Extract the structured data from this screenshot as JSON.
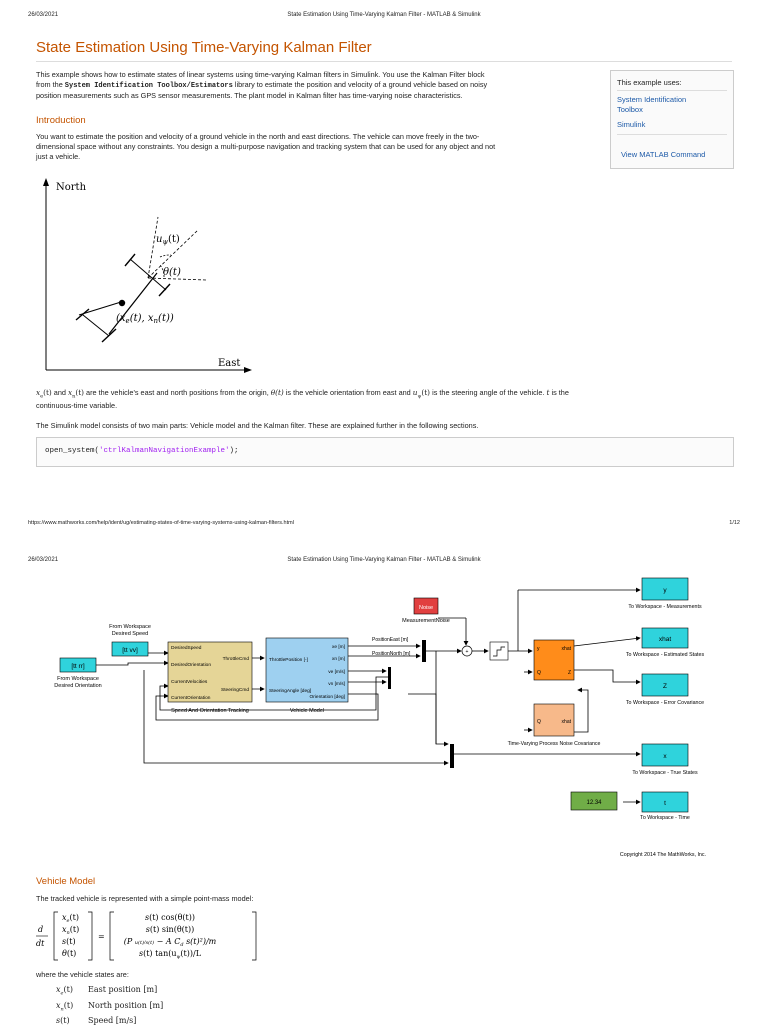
{
  "page1": {
    "header": {
      "date": "26/03/2021",
      "doc_title": "State Estimation Using Time-Varying Kalman Filter - MATLAB & Simulink"
    },
    "title": "State Estimation Using Time-Varying Kalman Filter",
    "intro_para": {
      "line1": "This example shows how to estimate states of linear systems using time-varying Kalman filters in Simulink. You use the Kalman Filter block",
      "line2_a": "from the",
      "line2_code": "System Identification Toolbox/Estimators",
      "line2_b": "library to estimate the position and velocity of a ground vehicle based on noisy",
      "line3": "position measurements such as GPS sensor measurements. The plant model in Kalman filter has time-varying noise characteristics."
    },
    "sidebar": {
      "label": "This example uses:",
      "link1_l1": "System Identification",
      "link1_l2": "Toolbox",
      "link2": "Simulink",
      "command": "View MATLAB Command"
    },
    "introduction": {
      "heading": "Introduction",
      "line1": "You want to estimate the position and velocity of a ground vehicle in the north and east directions. The vehicle can move freely in the two-",
      "line2": "dimensional space without any constraints. You design a multi-purpose navigation and tracking system that can be used for any object and not",
      "line3": "just a vehicle."
    },
    "figure": {
      "north": "North",
      "east": "East",
      "u_label": "u",
      "u_sub": "ψ",
      "u_arg": "(t)",
      "theta_label": "θ(t)",
      "pos_label": "(x",
      "pos_e": "e",
      "pos_mid": "(t), x",
      "pos_n": "n",
      "pos_end": "(t))"
    },
    "vars_para": {
      "xe_sym": "x",
      "xe_sub": "e",
      "xe_arg": "(t)",
      "and1": "and",
      "xn_sym": "x",
      "xn_sub": "n",
      "xn_arg": "(t)",
      "t1": "are the vehicle's east and north positions from the origin,",
      "theta": "θ(t)",
      "t2": "is the vehicle orientation from east and",
      "u_sym": "u",
      "u_sub": "ψ",
      "u_arg": "(t)",
      "t3": "is the steering angle of the vehicle.",
      "t_sym": "t",
      "t4": "is the",
      "line2": "continuous-time variable."
    },
    "simulink_para": "The Simulink model consists of two main parts: Vehicle model and the Kalman filter. These are explained further in the following sections.",
    "code": {
      "fn": "open_system(",
      "arg": "'ctrlKalmanNavigationExample'",
      "end": ");"
    },
    "footer": {
      "url": "https://www.mathworks.com/help/ident/ug/estimating-states-of-time-varying-systems-using-kalman-filters.html",
      "page": "1/12"
    }
  },
  "page2": {
    "header": {
      "date": "26/03/2021",
      "doc_title": "State Estimation Using Time-Varying Kalman Filter - MATLAB & Simulink"
    },
    "diagram": {
      "from_ws_speed_l1": "From Workspace",
      "from_ws_speed_l2": "Desired Speed",
      "speed_block": "[tt vv]",
      "orient_block": "[tt rr]",
      "from_ws_orient_l1": "From Workspace",
      "from_ws_orient_l2": "Desired Orientation",
      "tracking_in1": "DesiredSpeed",
      "tracking_in2": "DesiredOrientation",
      "tracking_in3": "CurrentVelocities",
      "tracking_in4": "CurrentOrientation",
      "tracking_out1": "ThrottleCmd",
      "tracking_out2": "SteeringCmd",
      "tracking_caption": "Speed And Orientation Tracking",
      "vehicle_in1": "ThrottlePosition [-]",
      "vehicle_in2": "SteeringAngle [deg]",
      "vehicle_out1": "xe [m]",
      "vehicle_out2": "xn [m]",
      "vehicle_out3": "ve [m/s]",
      "vehicle_out4": "vn [m/s]",
      "vehicle_out5": "Orientation [deg]",
      "vehicle_caption": "Vehicle Model",
      "pos_east": "PositionEast [m]",
      "pos_north": "PositionNorth [m]",
      "noise_block": "Noise",
      "noise_caption": "MeasurementNoise",
      "kf_y": "y",
      "kf_xhat": "xhat",
      "kf_q": "Q",
      "kf_z": "Z",
      "pn_q": "Q",
      "pn_xhat": "xhat",
      "pn_caption": "Time-Varying Process Noise Covariance",
      "ws_y": "y",
      "ws_y_caption": "To Workspace - Measurements",
      "ws_xhat": "xhat",
      "ws_xhat_caption": "To Workspace - Estimated States",
      "ws_z": "Z",
      "ws_z_caption": "To Workspace - Error Covariance",
      "ws_x": "x",
      "ws_x_caption": "To Workspace - True States",
      "clock_display": "12.34",
      "ws_t": "t",
      "ws_t_caption": "To Workspace - Time",
      "copyright": "Copyright 2014 The MathWorks, Inc."
    },
    "vehicle_model": {
      "heading": "Vehicle Model",
      "intro": "The tracked vehicle is represented with a simple point-mass model:",
      "where": "where the vehicle states are:",
      "states": [
        {
          "sym": "x",
          "sub": "e",
          "arg": "(t)",
          "desc": "East position [m]"
        },
        {
          "sym": "x",
          "sub": "n",
          "arg": "(t)",
          "desc": "North position [m]"
        },
        {
          "sym": "s",
          "sub": "",
          "arg": "(t)",
          "desc": "Speed [m/s]"
        }
      ]
    }
  }
}
